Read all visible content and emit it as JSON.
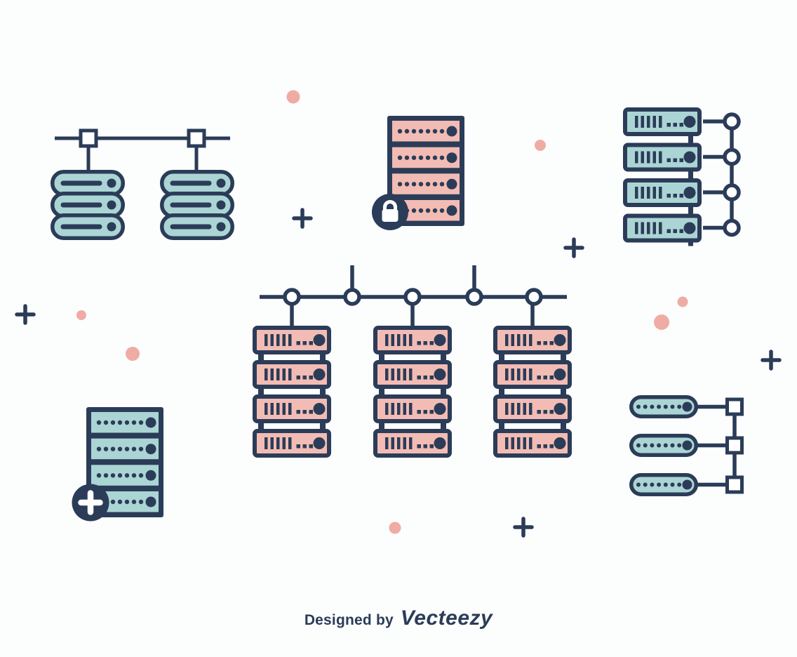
{
  "page": {
    "title": "Server and database icon set illustration",
    "background": "#fcfdfd"
  },
  "palette": {
    "navy": "#2b3c58",
    "teal": "#abd5d4",
    "pink": "#f2bcb4",
    "blush": "#efaca4",
    "white": "#ffffff",
    "bg": "#fcfdfd"
  },
  "footer": {
    "prefix": "Designed by",
    "brand": "Vecteezy"
  },
  "icons": [
    {
      "name": "networked-database-stacks-icon",
      "description": "Two stacked database disk piles joined by a network line with square taps"
    },
    {
      "name": "locked-server-rack-icon",
      "description": "Pink server rack with a padlock badge"
    },
    {
      "name": "server-rack-network-nodes-icon",
      "description": "Four teal rack servers wired to round network nodes"
    },
    {
      "name": "server-cluster-bus-icon",
      "description": "Three pink server racks hanging from a horizontal network bus with round nodes"
    },
    {
      "name": "add-server-rack-icon",
      "description": "Teal server rack with a plus badge"
    },
    {
      "name": "database-pills-network-icon",
      "description": "Three teal database modules wired to square network nodes"
    }
  ],
  "decorations": {
    "plus_count": 5,
    "dot_count": 7
  }
}
